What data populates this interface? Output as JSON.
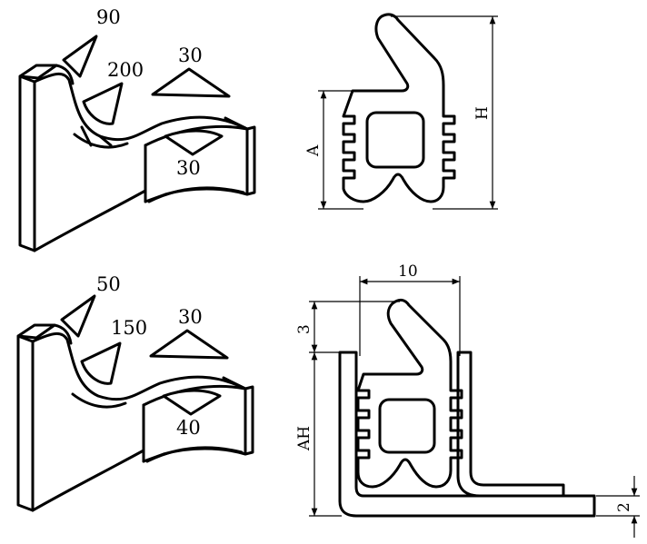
{
  "top_left": {
    "angle_upper": "90",
    "angle_lower": "200",
    "angle_right_top": "30",
    "angle_right_bottom": "30"
  },
  "bottom_left": {
    "angle_upper": "50",
    "angle_lower": "150",
    "angle_right_top": "30",
    "angle_right_bottom": "40"
  },
  "top_right": {
    "dim_a": "A",
    "dim_h": "H"
  },
  "bottom_right": {
    "dim_width": "10",
    "dim_top": "3",
    "dim_ah": "AH",
    "dim_base": "2"
  }
}
